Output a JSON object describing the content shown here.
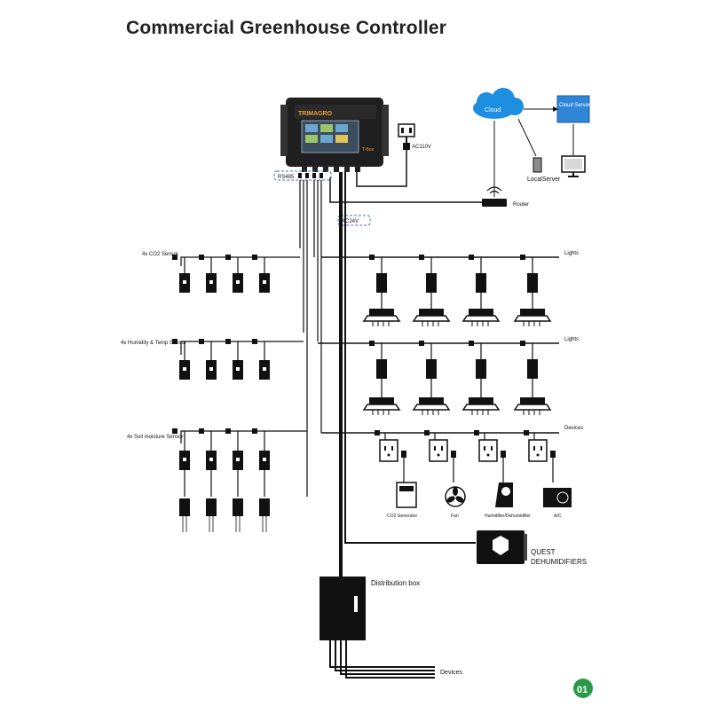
{
  "title": "Commercial Greenhouse Controller",
  "controller": {
    "brand": "TRIMAGRO",
    "model": "T-Box"
  },
  "labels": {
    "ac_outlet": "AC110V",
    "cloud": "Cloud",
    "cloud_server": "Cloud Server",
    "local_server": "LocalServer",
    "router": "Router",
    "rs485": "RS485",
    "ac24v": "AC24V",
    "co2_sensors": "4x CO2 Sensor",
    "humidity_sensors": "4x Humidity & Temp Sensor",
    "soil_sensors": "4x Soil moisture Sensor",
    "lights_1": "Lights",
    "lights_2": "Lights",
    "devices_top": "Devices",
    "co2_generator": "CO2 Generator",
    "fan": "Fan",
    "humidifier": "Humidifier/Dehumidifier",
    "ac": "A/C",
    "quest_line1": "QUEST",
    "quest_line2": "DEHUMIDIFIERS",
    "distribution_box": "Distribution box",
    "devices_bottom": "Devices",
    "page_number": "01"
  },
  "colors": {
    "line": "#111111",
    "cloud": "#1e8fe0",
    "server": "#2f86d6",
    "badge": "#2a9a4a",
    "dashed": "#4a6fb5"
  }
}
